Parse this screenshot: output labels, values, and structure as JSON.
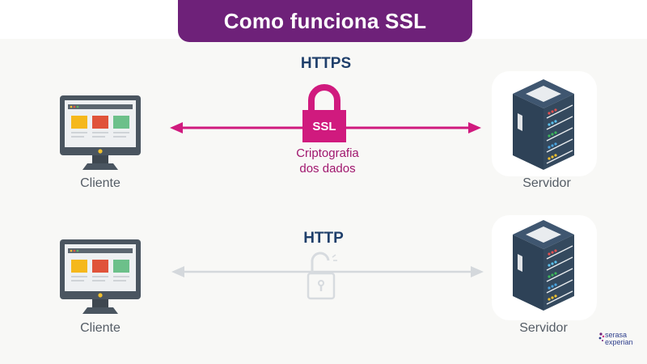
{
  "title": "Como funciona SSL",
  "colors": {
    "title_bg": "#6e2179",
    "secure_accent": "#d01a7e",
    "protocol_label": "#1f3f6b",
    "insecure_line": "#d4d8dc",
    "server_body": "#34495e"
  },
  "secure_row": {
    "protocol": "HTTPS",
    "client_label": "Cliente",
    "server_label": "Servidor",
    "lock_text": "SSL",
    "lock_icon": "closed-padlock-icon",
    "caption_line1": "Criptografia",
    "caption_line2": "dos dados"
  },
  "insecure_row": {
    "protocol": "HTTP",
    "client_label": "Cliente",
    "server_label": "Servidor",
    "lock_icon": "open-padlock-icon"
  },
  "logo": {
    "line1": "serasa",
    "line2": "experian"
  }
}
